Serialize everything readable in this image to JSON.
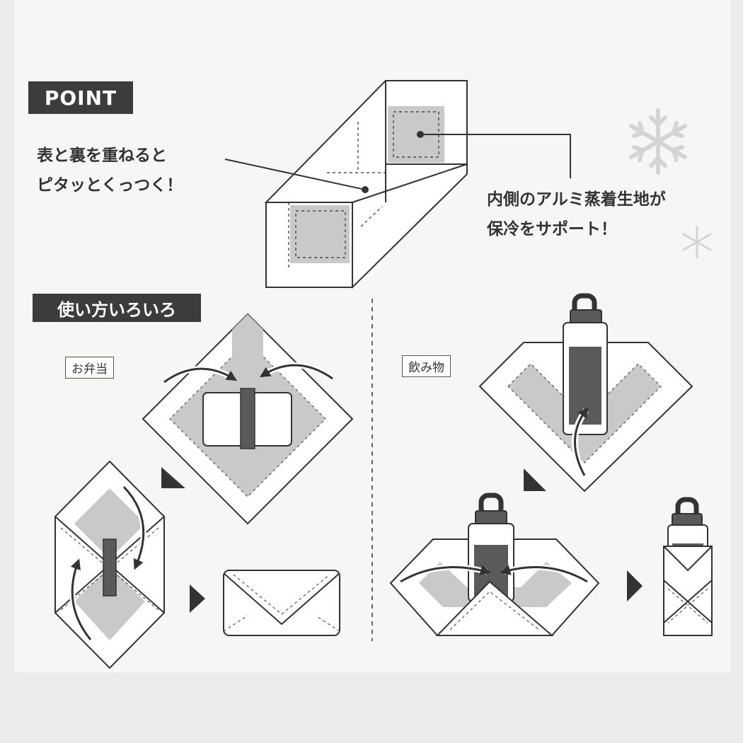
{
  "point": {
    "header": "POINT",
    "left_callout": [
      "表と裏を重ねると",
      "ピタッとくっつく！"
    ],
    "right_callout": [
      "内側のアルミ蒸着生地が",
      "保冷をサポート！"
    ]
  },
  "usage": {
    "header": "使い方いろいろ",
    "bento_label": "お弁当",
    "drink_label": "飲み物"
  },
  "colors": {
    "background": "#f6f6f4",
    "ink": "#333333",
    "header_bg": "#3c3c3c",
    "gray_fill": "#c9c9c9",
    "dark_fill": "#5a5a5a",
    "snowflake": "#d4d4d4"
  },
  "icons": [
    "snowflake-icon",
    "arrow-right-icon",
    "curved-arrow-icon"
  ]
}
